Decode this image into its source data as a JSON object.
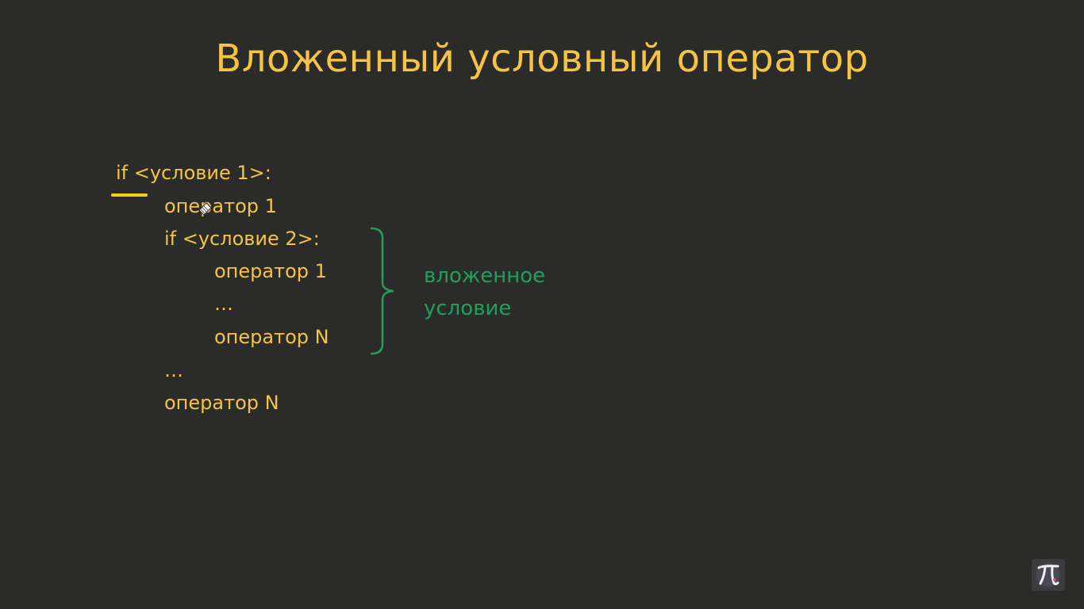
{
  "slide": {
    "title": "Вложенный условный оператор",
    "code_lines": [
      {
        "text": "if <условие 1>:"
      },
      {
        "text": "оператор 1"
      },
      {
        "text": "if <условие 2>:"
      },
      {
        "text": "оператор 1"
      },
      {
        "text": "…"
      },
      {
        "text": "оператор N"
      },
      {
        "text": "…"
      },
      {
        "text": "оператор N"
      }
    ],
    "annotation": {
      "line1": "вложенное",
      "line2": "условие"
    }
  },
  "colors": {
    "background": "#2b2b29",
    "code_text": "#f6c343",
    "annotation_text": "#1fa05b",
    "underline": "#f2d020"
  },
  "icons": {
    "cursor": "pen-cursor-icon",
    "logo": "pi-logo-icon"
  }
}
